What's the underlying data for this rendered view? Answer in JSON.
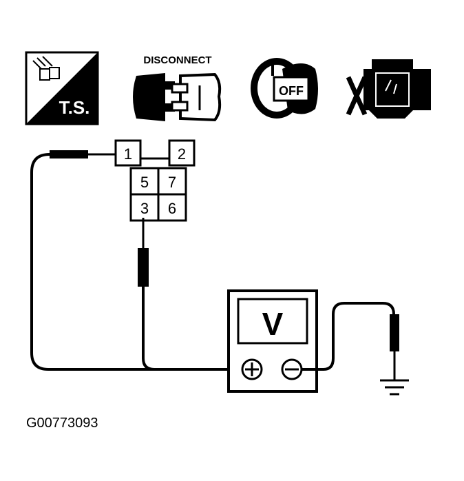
{
  "icons": {
    "ts_label": "T.S.",
    "disconnect_label": "DISCONNECT",
    "ignition_label": "OFF"
  },
  "connector": {
    "pins": [
      "1",
      "2",
      "5",
      "7",
      "3",
      "6"
    ]
  },
  "meter": {
    "display_label": "V",
    "positive_symbol": "⊕",
    "negative_symbol": "⊖"
  },
  "figure_code": "G00773093"
}
